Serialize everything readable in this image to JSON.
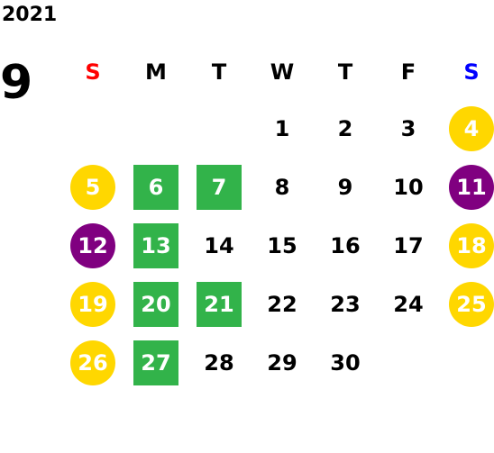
{
  "year": "2021",
  "month": "9",
  "colors": {
    "sunday": "#ff0000",
    "saturday": "#0000ff",
    "weekday": "#000000",
    "yellow": "#ffd700",
    "purple": "#800080",
    "green": "#32b34a"
  },
  "weekdays": [
    {
      "label": "S",
      "tone": "sunday"
    },
    {
      "label": "M",
      "tone": "weekday"
    },
    {
      "label": "T",
      "tone": "weekday"
    },
    {
      "label": "W",
      "tone": "weekday"
    },
    {
      "label": "T",
      "tone": "weekday"
    },
    {
      "label": "F",
      "tone": "weekday"
    },
    {
      "label": "S",
      "tone": "saturday"
    }
  ],
  "weeks": [
    [
      null,
      null,
      null,
      {
        "day": "1",
        "style": "plain"
      },
      {
        "day": "2",
        "style": "plain"
      },
      {
        "day": "3",
        "style": "plain"
      },
      {
        "day": "4",
        "style": "circle-yellow"
      }
    ],
    [
      {
        "day": "5",
        "style": "circle-yellow"
      },
      {
        "day": "6",
        "style": "square-green"
      },
      {
        "day": "7",
        "style": "square-green"
      },
      {
        "day": "8",
        "style": "plain"
      },
      {
        "day": "9",
        "style": "plain"
      },
      {
        "day": "10",
        "style": "plain"
      },
      {
        "day": "11",
        "style": "circle-purple"
      }
    ],
    [
      {
        "day": "12",
        "style": "circle-purple"
      },
      {
        "day": "13",
        "style": "square-green"
      },
      {
        "day": "14",
        "style": "plain"
      },
      {
        "day": "15",
        "style": "plain"
      },
      {
        "day": "16",
        "style": "plain"
      },
      {
        "day": "17",
        "style": "plain"
      },
      {
        "day": "18",
        "style": "circle-yellow"
      }
    ],
    [
      {
        "day": "19",
        "style": "circle-yellow"
      },
      {
        "day": "20",
        "style": "square-green"
      },
      {
        "day": "21",
        "style": "square-green"
      },
      {
        "day": "22",
        "style": "plain"
      },
      {
        "day": "23",
        "style": "plain"
      },
      {
        "day": "24",
        "style": "plain"
      },
      {
        "day": "25",
        "style": "circle-yellow"
      }
    ],
    [
      {
        "day": "26",
        "style": "circle-yellow"
      },
      {
        "day": "27",
        "style": "square-green"
      },
      {
        "day": "28",
        "style": "plain"
      },
      {
        "day": "29",
        "style": "plain"
      },
      {
        "day": "30",
        "style": "plain"
      },
      null,
      null
    ]
  ]
}
